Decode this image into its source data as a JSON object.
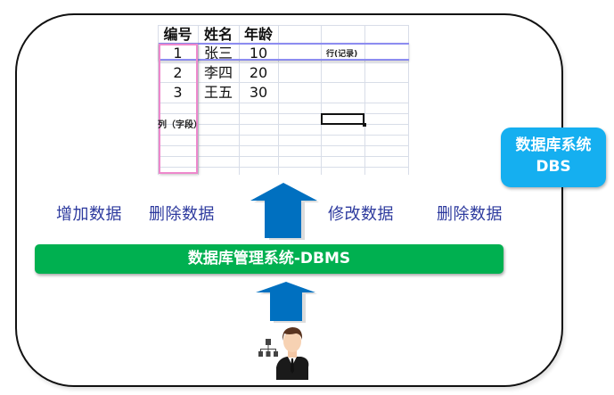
{
  "diagram": {
    "table": {
      "headers": [
        "编号",
        "姓名",
        "年龄"
      ],
      "rows": [
        [
          "1",
          "张三",
          "10"
        ],
        [
          "2",
          "李四",
          "20"
        ],
        [
          "3",
          "王五",
          "30"
        ]
      ],
      "row_annotation": "行(记录)",
      "column_annotation": "列（字段）"
    },
    "operations": [
      "增加数据",
      "删除数据",
      "修改数据",
      "删除数据"
    ],
    "dbms_bar": {
      "label": "数据库管理系统-DBMS",
      "color": "#00b050"
    },
    "dbs_badge": {
      "line1": "数据库系统",
      "line2": "DBS",
      "color": "#15aff0"
    },
    "icons": {
      "arrow_up": "arrow-up-icon",
      "user": "business-user-icon",
      "org_chart": "org-chart-icon"
    },
    "colors": {
      "op_text": "#2d3a9e",
      "arrow": "#0070c0",
      "row_highlight": "#8c8cf0",
      "column_highlight": "#ee88cc"
    }
  }
}
